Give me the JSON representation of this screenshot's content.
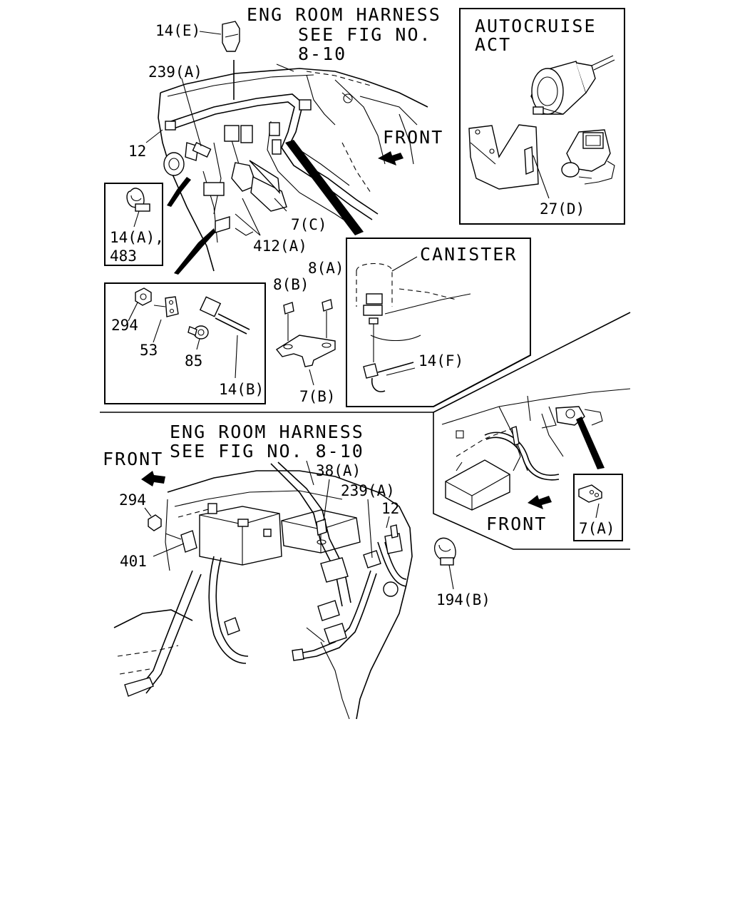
{
  "top_section": {
    "harness_note": [
      "ENG ROOM HARNESS",
      "SEE FIG NO.",
      "8-10"
    ],
    "front_label": "FRONT",
    "callouts": {
      "c14e": "14(E)",
      "c239a": "239(A)",
      "c12": "12",
      "c7c": "7(C)",
      "c412a": "412(A)",
      "c14a": "14(A),",
      "c483": "483"
    }
  },
  "autocruise_box": {
    "title": [
      "AUTOCRUISE",
      "ACT"
    ],
    "c27d": "27(D)"
  },
  "hardware_box": {
    "c294": "294",
    "c53": "53",
    "c85": "85",
    "c14b": "14(B)"
  },
  "bracket_detail": {
    "c8b": "8(B)",
    "c8a": "8(A)",
    "c7b": "7(B)"
  },
  "canister_box": {
    "title": "CANISTER",
    "c14f": "14(F)"
  },
  "inset_right": {
    "front_label": "FRONT",
    "c7a": "7(A)"
  },
  "bottom_section": {
    "harness_note": [
      "ENG ROOM HARNESS",
      "SEE FIG NO. 8-10"
    ],
    "front_label": "FRONT",
    "callouts": {
      "c294": "294",
      "c401": "401",
      "c38a": "38(A)",
      "c239a": "239(A)",
      "c12": "12",
      "c194b": "194(B)"
    }
  }
}
